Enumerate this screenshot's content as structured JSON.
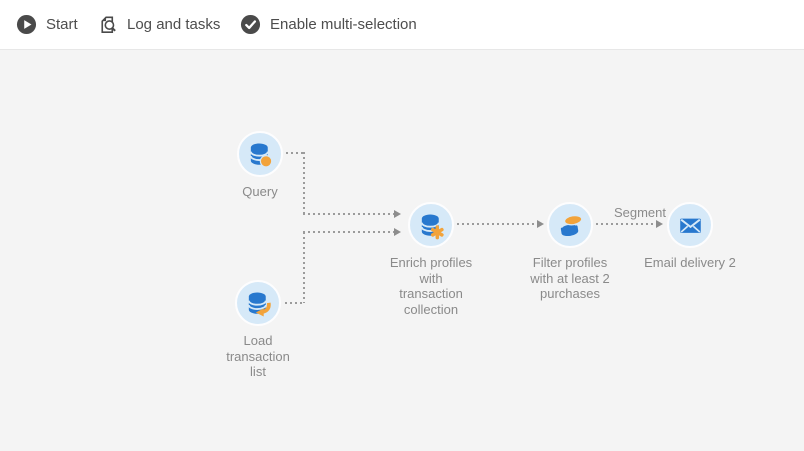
{
  "toolbar": {
    "items": [
      {
        "label": "Start",
        "icon": "play-circle-icon"
      },
      {
        "label": "Log and tasks",
        "icon": "log-search-icon"
      },
      {
        "label": "Enable multi-selection",
        "icon": "check-circle-icon"
      }
    ]
  },
  "canvas": {
    "nodes": [
      {
        "id": "query",
        "label": "Query",
        "icon": "database-query-icon"
      },
      {
        "id": "load-transaction-list",
        "label": "Load transaction list",
        "icon": "database-load-icon"
      },
      {
        "id": "enrich-profiles",
        "label": "Enrich profiles with transaction collection",
        "icon": "database-enrich-icon"
      },
      {
        "id": "filter-profiles",
        "label": "Filter profiles with at least 2 purchases",
        "icon": "filter-split-icon"
      },
      {
        "id": "email-delivery-2",
        "label": "Email delivery 2",
        "icon": "email-icon"
      }
    ],
    "edges": [
      {
        "from": "query",
        "to": "enrich-profiles",
        "label": ""
      },
      {
        "from": "load-transaction-list",
        "to": "enrich-profiles",
        "label": ""
      },
      {
        "from": "enrich-profiles",
        "to": "filter-profiles",
        "label": ""
      },
      {
        "from": "filter-profiles",
        "to": "email-delivery-2",
        "label": "Segment"
      }
    ]
  },
  "colors": {
    "icon_blue": "#2878ce",
    "icon_orange": "#f2a33b",
    "node_background": "#d6e9f8",
    "canvas_background": "#f4f4f4",
    "connector_gray": "#9b9b9b",
    "label_gray": "#8a8a8a",
    "toolbar_text": "#4d4d4d"
  }
}
